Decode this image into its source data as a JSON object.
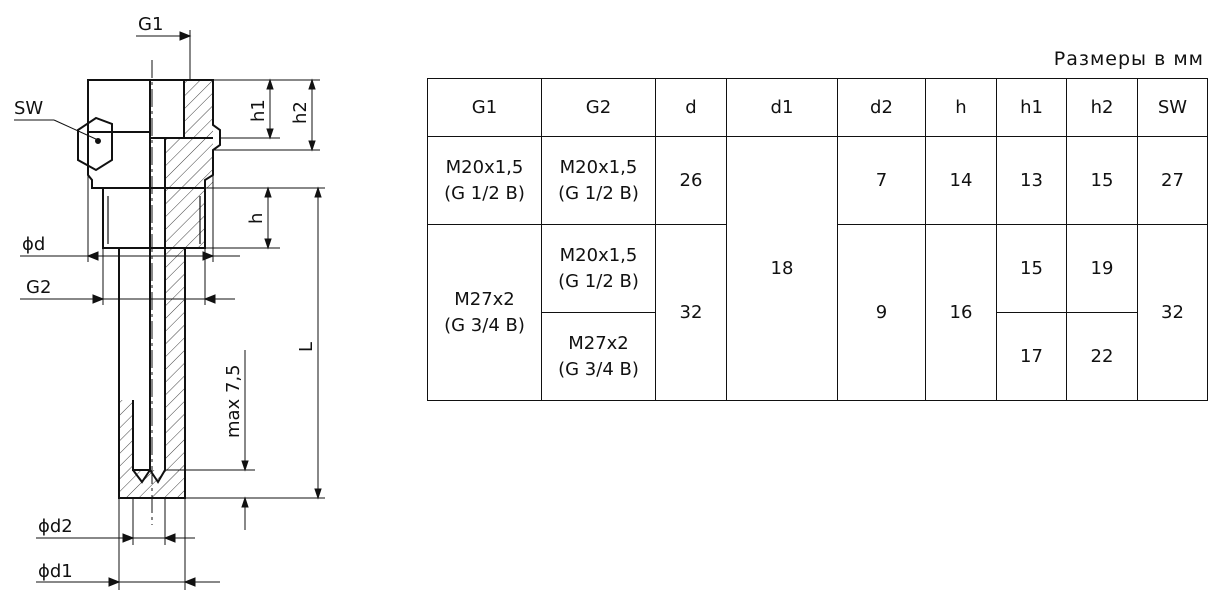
{
  "units_note": "Размеры в мм",
  "drawing_labels": {
    "G1": "G1",
    "SW": "SW",
    "h1": "h1",
    "h2": "h2",
    "h": "h",
    "d": "ϕd",
    "G2": "G2",
    "L": "L",
    "max": "max 7,5",
    "d2": "ϕd2",
    "d1": "ϕd1"
  },
  "table": {
    "headers": [
      "G1",
      "G2",
      "d",
      "d1",
      "d2",
      "h",
      "h1",
      "h2",
      "SW"
    ],
    "g1_a": "M20x1,5\n(G 1/2 B)",
    "g2_a": "M20x1,5\n(G 1/2 B)",
    "d_a": "26",
    "d1_all": "18",
    "d2_a": "7",
    "h_a": "14",
    "h1_a": "13",
    "h2_a": "15",
    "sw_a": "27",
    "g1_b": "M27x2\n(G 3/4 B)",
    "g2_b1": "M20x1,5\n(G 1/2 B)",
    "g2_b2": "M27x2\n(G 3/4 B)",
    "d_b": "32",
    "d2_b": "9",
    "h_b": "16",
    "h1_b1": "15",
    "h2_b1": "19",
    "h1_b2": "17",
    "h2_b2": "22",
    "sw_b": "32"
  }
}
